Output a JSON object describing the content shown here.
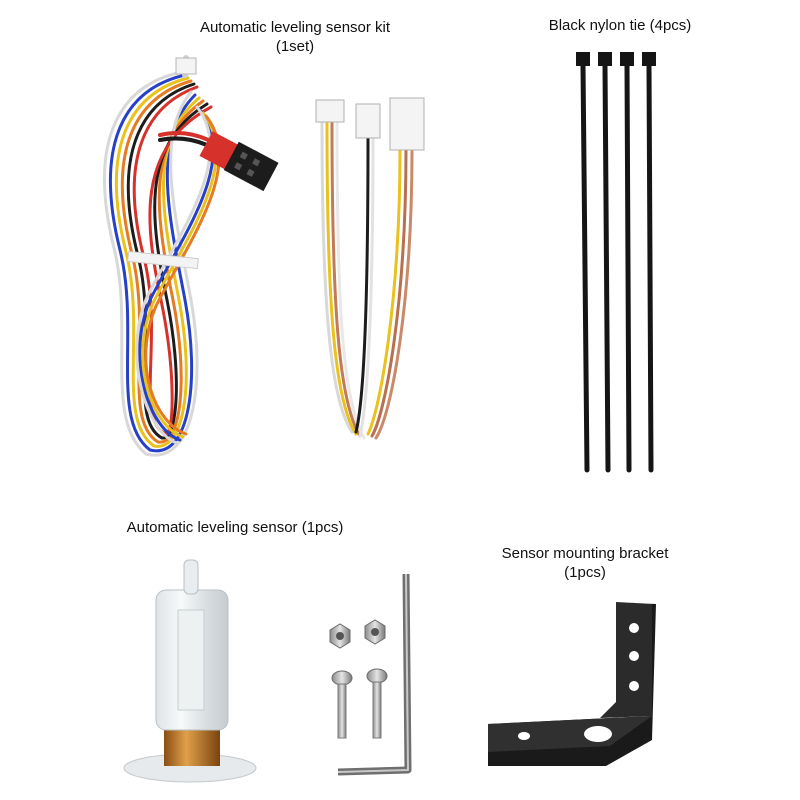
{
  "items": [
    {
      "line1": "Automatic leveling sensor kit",
      "line2": "(1set)"
    },
    {
      "line1": "Black nylon tie (4pcs)",
      "line2": ""
    },
    {
      "line1": "Automatic leveling sensor (1pcs)",
      "line2": ""
    },
    {
      "line1": "Sensor mounting bracket",
      "line2": "(1pcs)"
    }
  ],
  "colors": {
    "background": "#ffffff",
    "tie": "#151515",
    "bracket": "#1a1a1a",
    "coil": "#c07a2a",
    "wire_red": "#d6312b",
    "wire_blue": "#2740c8",
    "wire_yellow": "#e9c21d",
    "wire_orange": "#e57b23",
    "wire_black": "#1c1c1c",
    "wire_white": "#e8e8e8"
  }
}
